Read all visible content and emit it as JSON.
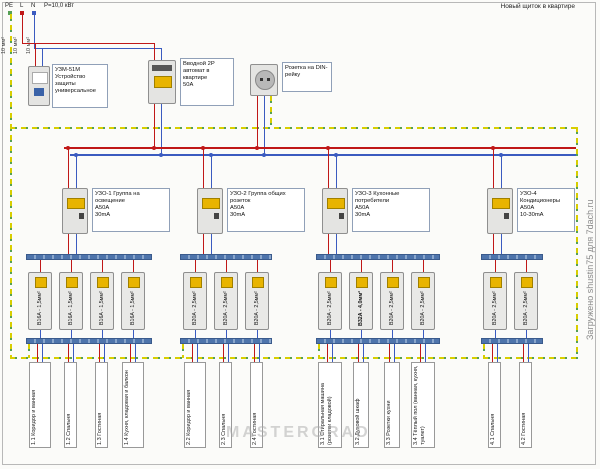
{
  "header": {
    "pe_label": "PE",
    "line_label": "L",
    "neutral_label": "N",
    "power": "P=10,0 кВт",
    "title": "Новый щиток в квартире"
  },
  "incoming": {
    "pe_size": "10 мм²",
    "line_size": "10 мм²",
    "neutral_size": "10 мм²"
  },
  "top_devices": {
    "uzm_name": "УЗМ-51М",
    "uzm_desc": "Устройство защиты универсальное",
    "main_breaker_desc": "Вводной 2P автомат в квартире",
    "main_breaker_rating": "50A",
    "din_socket_desc": "Розетка на DIN-рейку"
  },
  "groups": [
    {
      "uzo": {
        "title": "УЗО-1 Группа на освещение",
        "type": "A50A",
        "current": "30mA"
      },
      "breakers": [
        "B16A - 1,5мм²",
        "B16A - 1,5мм²",
        "B16A - 1,5мм²",
        "B16A - 1,5мм²"
      ],
      "circuits": [
        "1.1 Коридор и ванная",
        "1.2 Спальня",
        "1.3 Гостиная",
        "1.4 Кухня, кладовая и балкон"
      ]
    },
    {
      "uzo": {
        "title": "УЗО-2 Группа общих розеток",
        "type": "A50A",
        "current": "30mA"
      },
      "breakers": [
        "B20A - 2,5мм²",
        "B20A - 2,5мм²",
        "B20A - 2,5мм²"
      ],
      "circuits": [
        "2.2 Коридор и ванная",
        "2.3 Спальня",
        "2.4 Гостиная"
      ]
    },
    {
      "uzo": {
        "title": "УЗО-3 Кухонные потребители",
        "type": "A50A",
        "current": "30mA"
      },
      "breakers": [
        "B20A - 2,5мм²",
        "B32A - 4,0мм²",
        "B20A - 2,5мм²",
        "B20A - 2,5мм²"
      ],
      "circuits": [
        "3.1 Стиральная машина (розетки кладовой)",
        "3.2 Духовой шкаф",
        "3.3 Розетки кухни",
        "3.4 Тёплый пол (ванная, кухня, туалет)"
      ]
    },
    {
      "uzo": {
        "title": "УЗО-4 Кондиционеры",
        "type": "A50A",
        "current": "10-30mA"
      },
      "breakers": [
        "B20A - 2,5мм²",
        "B20A - 2,5мм²"
      ],
      "circuits": [
        "4.1 Спальня",
        "4.2 Гостиная"
      ]
    }
  ],
  "watermarks": {
    "side": "Загружено shustin75 для 7dach.ru",
    "center": "MASTERGRAD"
  },
  "colors": {
    "phase": "#c01818",
    "neutral": "#3b5bc0",
    "pe_yellow": "#d8ce00",
    "pe_green": "#55a055",
    "device_lever": "#e8b400"
  }
}
